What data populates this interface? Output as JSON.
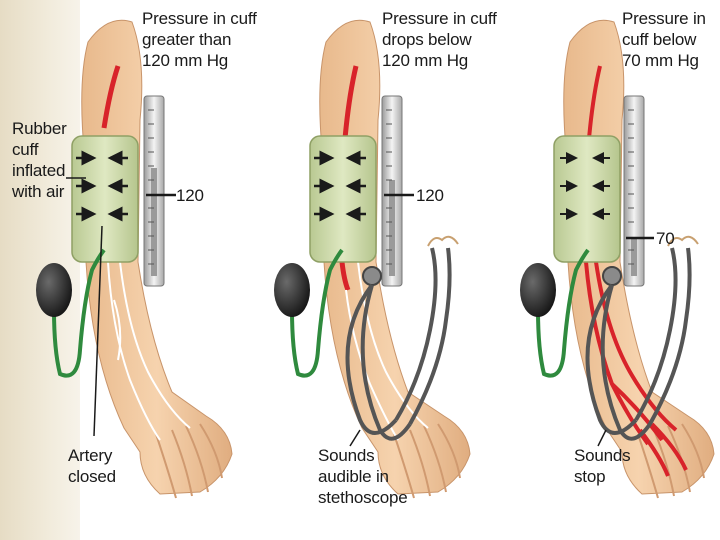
{
  "panels": [
    {
      "title": "Pressure in cuff\ngreater than\n120 mm Hg",
      "gauge_reading": "120",
      "bottom_label": "Artery\nclosed"
    },
    {
      "title": "Pressure in cuff\ndrops below\n120 mm Hg",
      "gauge_reading": "120",
      "bottom_label": "Sounds\naudible in\nstethoscope"
    },
    {
      "title": "Pressure in\ncuff below\n70 mm Hg",
      "gauge_reading": "70",
      "bottom_label": "Sounds\nstop"
    }
  ],
  "cuff_label": "Rubber\ncuff\ninflated\nwith air",
  "colors": {
    "skin": "#f2c9a0",
    "cuff": "#cfdcae",
    "artery": "#d8232a",
    "bulb_tube": "#2f8a3e",
    "stethoscope_tube": "#555555"
  }
}
